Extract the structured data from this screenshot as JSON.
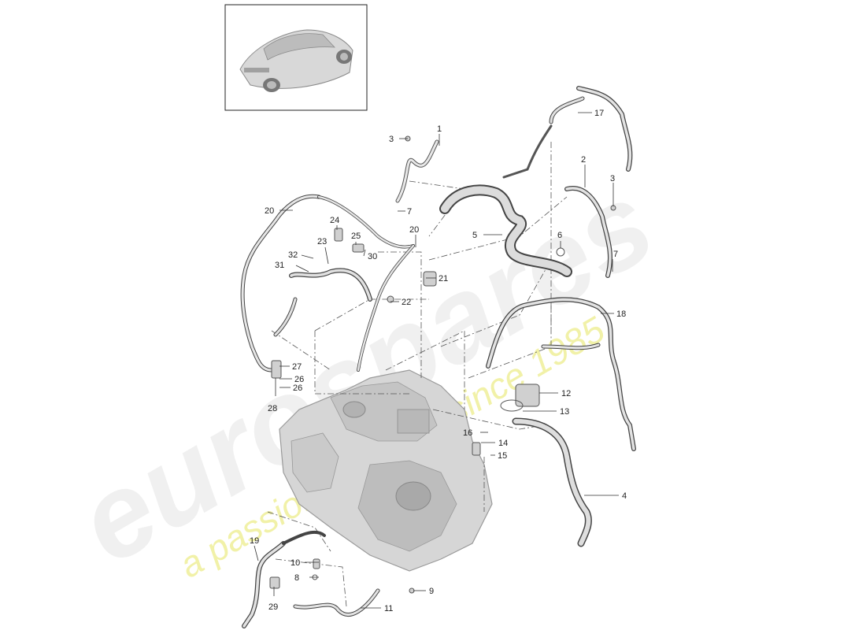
{
  "watermark": {
    "brand": "eurospares",
    "tagline": "a passion for parts since 1985"
  },
  "thumbnail": {
    "icon": "car-thumbnail-icon"
  },
  "callouts": [
    {
      "id": "c1",
      "label": "1"
    },
    {
      "id": "c2",
      "label": "2"
    },
    {
      "id": "c3a",
      "label": "3"
    },
    {
      "id": "c3b",
      "label": "3"
    },
    {
      "id": "c4",
      "label": "4"
    },
    {
      "id": "c5",
      "label": "5"
    },
    {
      "id": "c6",
      "label": "6"
    },
    {
      "id": "c7a",
      "label": "7"
    },
    {
      "id": "c7b",
      "label": "7"
    },
    {
      "id": "c8",
      "label": "8"
    },
    {
      "id": "c9",
      "label": "9"
    },
    {
      "id": "c10",
      "label": "10"
    },
    {
      "id": "c11",
      "label": "11"
    },
    {
      "id": "c12",
      "label": "12"
    },
    {
      "id": "c13",
      "label": "13"
    },
    {
      "id": "c14",
      "label": "14"
    },
    {
      "id": "c15",
      "label": "15"
    },
    {
      "id": "c16",
      "label": "16"
    },
    {
      "id": "c17",
      "label": "17"
    },
    {
      "id": "c18",
      "label": "18"
    },
    {
      "id": "c19",
      "label": "19"
    },
    {
      "id": "c20a",
      "label": "20"
    },
    {
      "id": "c20b",
      "label": "20"
    },
    {
      "id": "c21",
      "label": "21"
    },
    {
      "id": "c22",
      "label": "22"
    },
    {
      "id": "c23",
      "label": "23"
    },
    {
      "id": "c24",
      "label": "24"
    },
    {
      "id": "c25",
      "label": "25"
    },
    {
      "id": "c26a",
      "label": "26"
    },
    {
      "id": "c26b",
      "label": "26"
    },
    {
      "id": "c27",
      "label": "27"
    },
    {
      "id": "c28",
      "label": "28"
    },
    {
      "id": "c29",
      "label": "29"
    },
    {
      "id": "c30",
      "label": "30"
    },
    {
      "id": "c31",
      "label": "31"
    },
    {
      "id": "c32",
      "label": "32"
    }
  ]
}
